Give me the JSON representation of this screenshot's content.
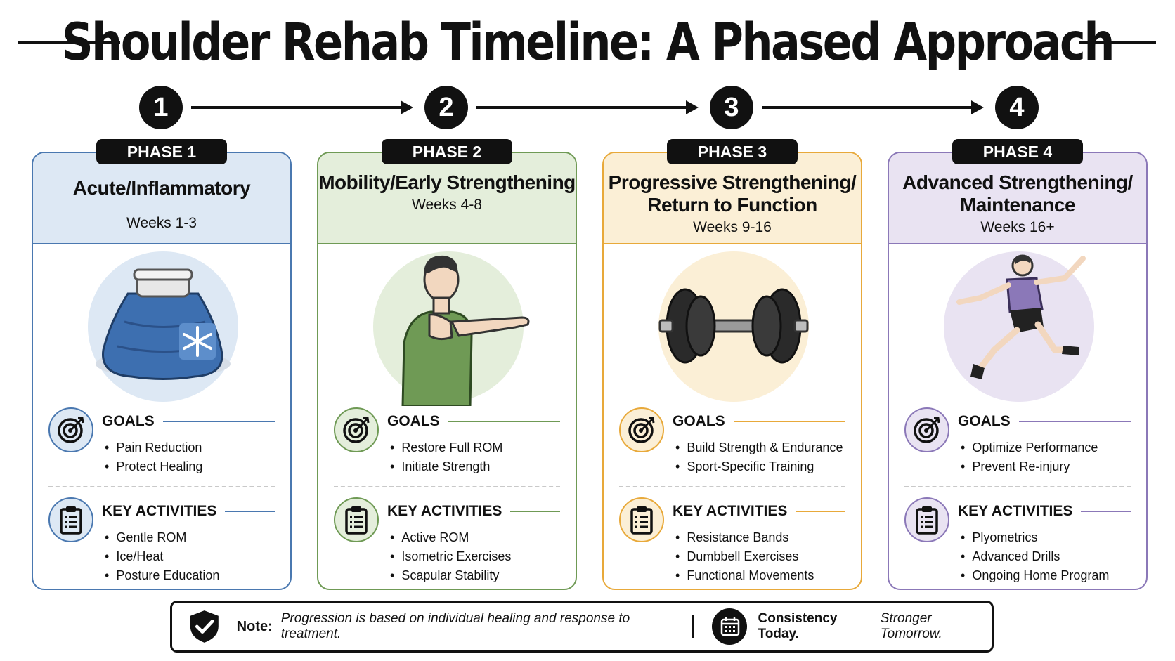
{
  "title": "Shoulder Rehab Timeline: A Phased Approach",
  "steps": [
    "1",
    "2",
    "3",
    "4"
  ],
  "phases": [
    {
      "tag": "PHASE 1",
      "title": "Acute/Inflammatory",
      "weeks": "Weeks 1-3",
      "accent": "#4a78b0",
      "header_bg": "#dde8f4",
      "illustration": "ice-pack-icon",
      "goals_label": "GOALS",
      "goals": [
        "Pain Reduction",
        "Protect Healing"
      ],
      "activities_label": "KEY ACTIVITIES",
      "activities": [
        "Gentle ROM",
        "Ice/Heat",
        "Posture Education"
      ]
    },
    {
      "tag": "PHASE 2",
      "title": "Mobility/Early Strengthening",
      "weeks": "Weeks 4-8",
      "accent": "#6f9a55",
      "header_bg": "#e4eedb",
      "illustration": "arm-stretch-icon",
      "goals_label": "GOALS",
      "goals": [
        "Restore Full ROM",
        "Initiate Strength"
      ],
      "activities_label": "KEY ACTIVITIES",
      "activities": [
        "Active ROM",
        "Isometric Exercises",
        "Scapular Stability"
      ]
    },
    {
      "tag": "PHASE 3",
      "title": "Progressive Strengthening/ Return to Function",
      "weeks": "Weeks 9-16",
      "accent": "#e8a93a",
      "header_bg": "#fbefd6",
      "illustration": "dumbbell-icon",
      "goals_label": "GOALS",
      "goals": [
        "Build Strength & Endurance",
        "Sport-Specific Training"
      ],
      "activities_label": "KEY ACTIVITIES",
      "activities": [
        "Resistance Bands",
        "Dumbbell Exercises",
        "Functional Movements"
      ]
    },
    {
      "tag": "PHASE 4",
      "title": "Advanced Strengthening/ Maintenance",
      "weeks": "Weeks 16+",
      "accent": "#8b78b8",
      "header_bg": "#e9e3f2",
      "illustration": "runner-icon",
      "goals_label": "GOALS",
      "goals": [
        "Optimize Performance",
        "Prevent Re-injury"
      ],
      "activities_label": "KEY ACTIVITIES",
      "activities": [
        "Plyometrics",
        "Advanced Drills",
        "Ongoing Home Program"
      ]
    }
  ],
  "note": {
    "label": "Note:",
    "text": "Progression is based on individual healing and response to treatment.",
    "slogan_bold": "Consistency Today.",
    "slogan_italic": "Stronger Tomorrow."
  }
}
